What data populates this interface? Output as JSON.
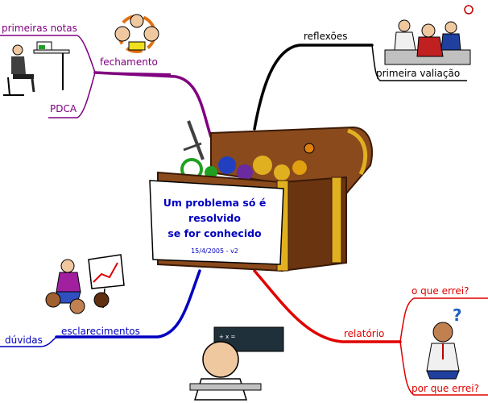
{
  "center": {
    "title_lines": [
      "Um problema só é",
      "resolvido",
      "se for conhecido"
    ],
    "date": "15/4/2005 - v2"
  },
  "branches": [
    {
      "id": "fechamento",
      "label": "fechamento",
      "color": "#800080",
      "children": [
        "primeiras notas",
        "PDCA"
      ]
    },
    {
      "id": "reflexoes",
      "label": "reflexões",
      "color": "#000000",
      "children": [
        "primeira valiação"
      ]
    },
    {
      "id": "esclarecimentos",
      "label": "esclarecimentos",
      "color": "#0000c0",
      "children": [
        "dúvidas"
      ]
    },
    {
      "id": "relatorio",
      "label": "relatório",
      "color": "#e00000",
      "children": [
        "o que errei?",
        "por que errei?"
      ]
    }
  ],
  "icons": [
    "treasure-chest-icon",
    "people-cycle-icon",
    "person-at-computer-icon",
    "people-at-desk-icon",
    "teacher-presentation-icon",
    "confused-man-icon",
    "teacher-blackboard-icon"
  ]
}
